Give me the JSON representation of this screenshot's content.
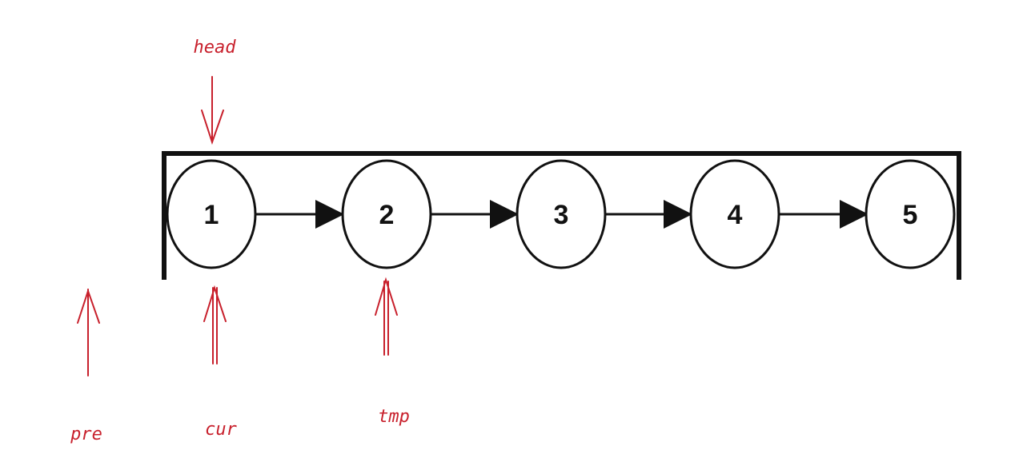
{
  "nodes": [
    "1",
    "2",
    "3",
    "4",
    "5"
  ],
  "pointers": {
    "head": "head",
    "pre": "pre",
    "cur": "cur",
    "tmp": "tmp"
  },
  "colors": {
    "node_stroke": "#111111",
    "annotation": "#c8202c",
    "background": "#ffffff"
  }
}
